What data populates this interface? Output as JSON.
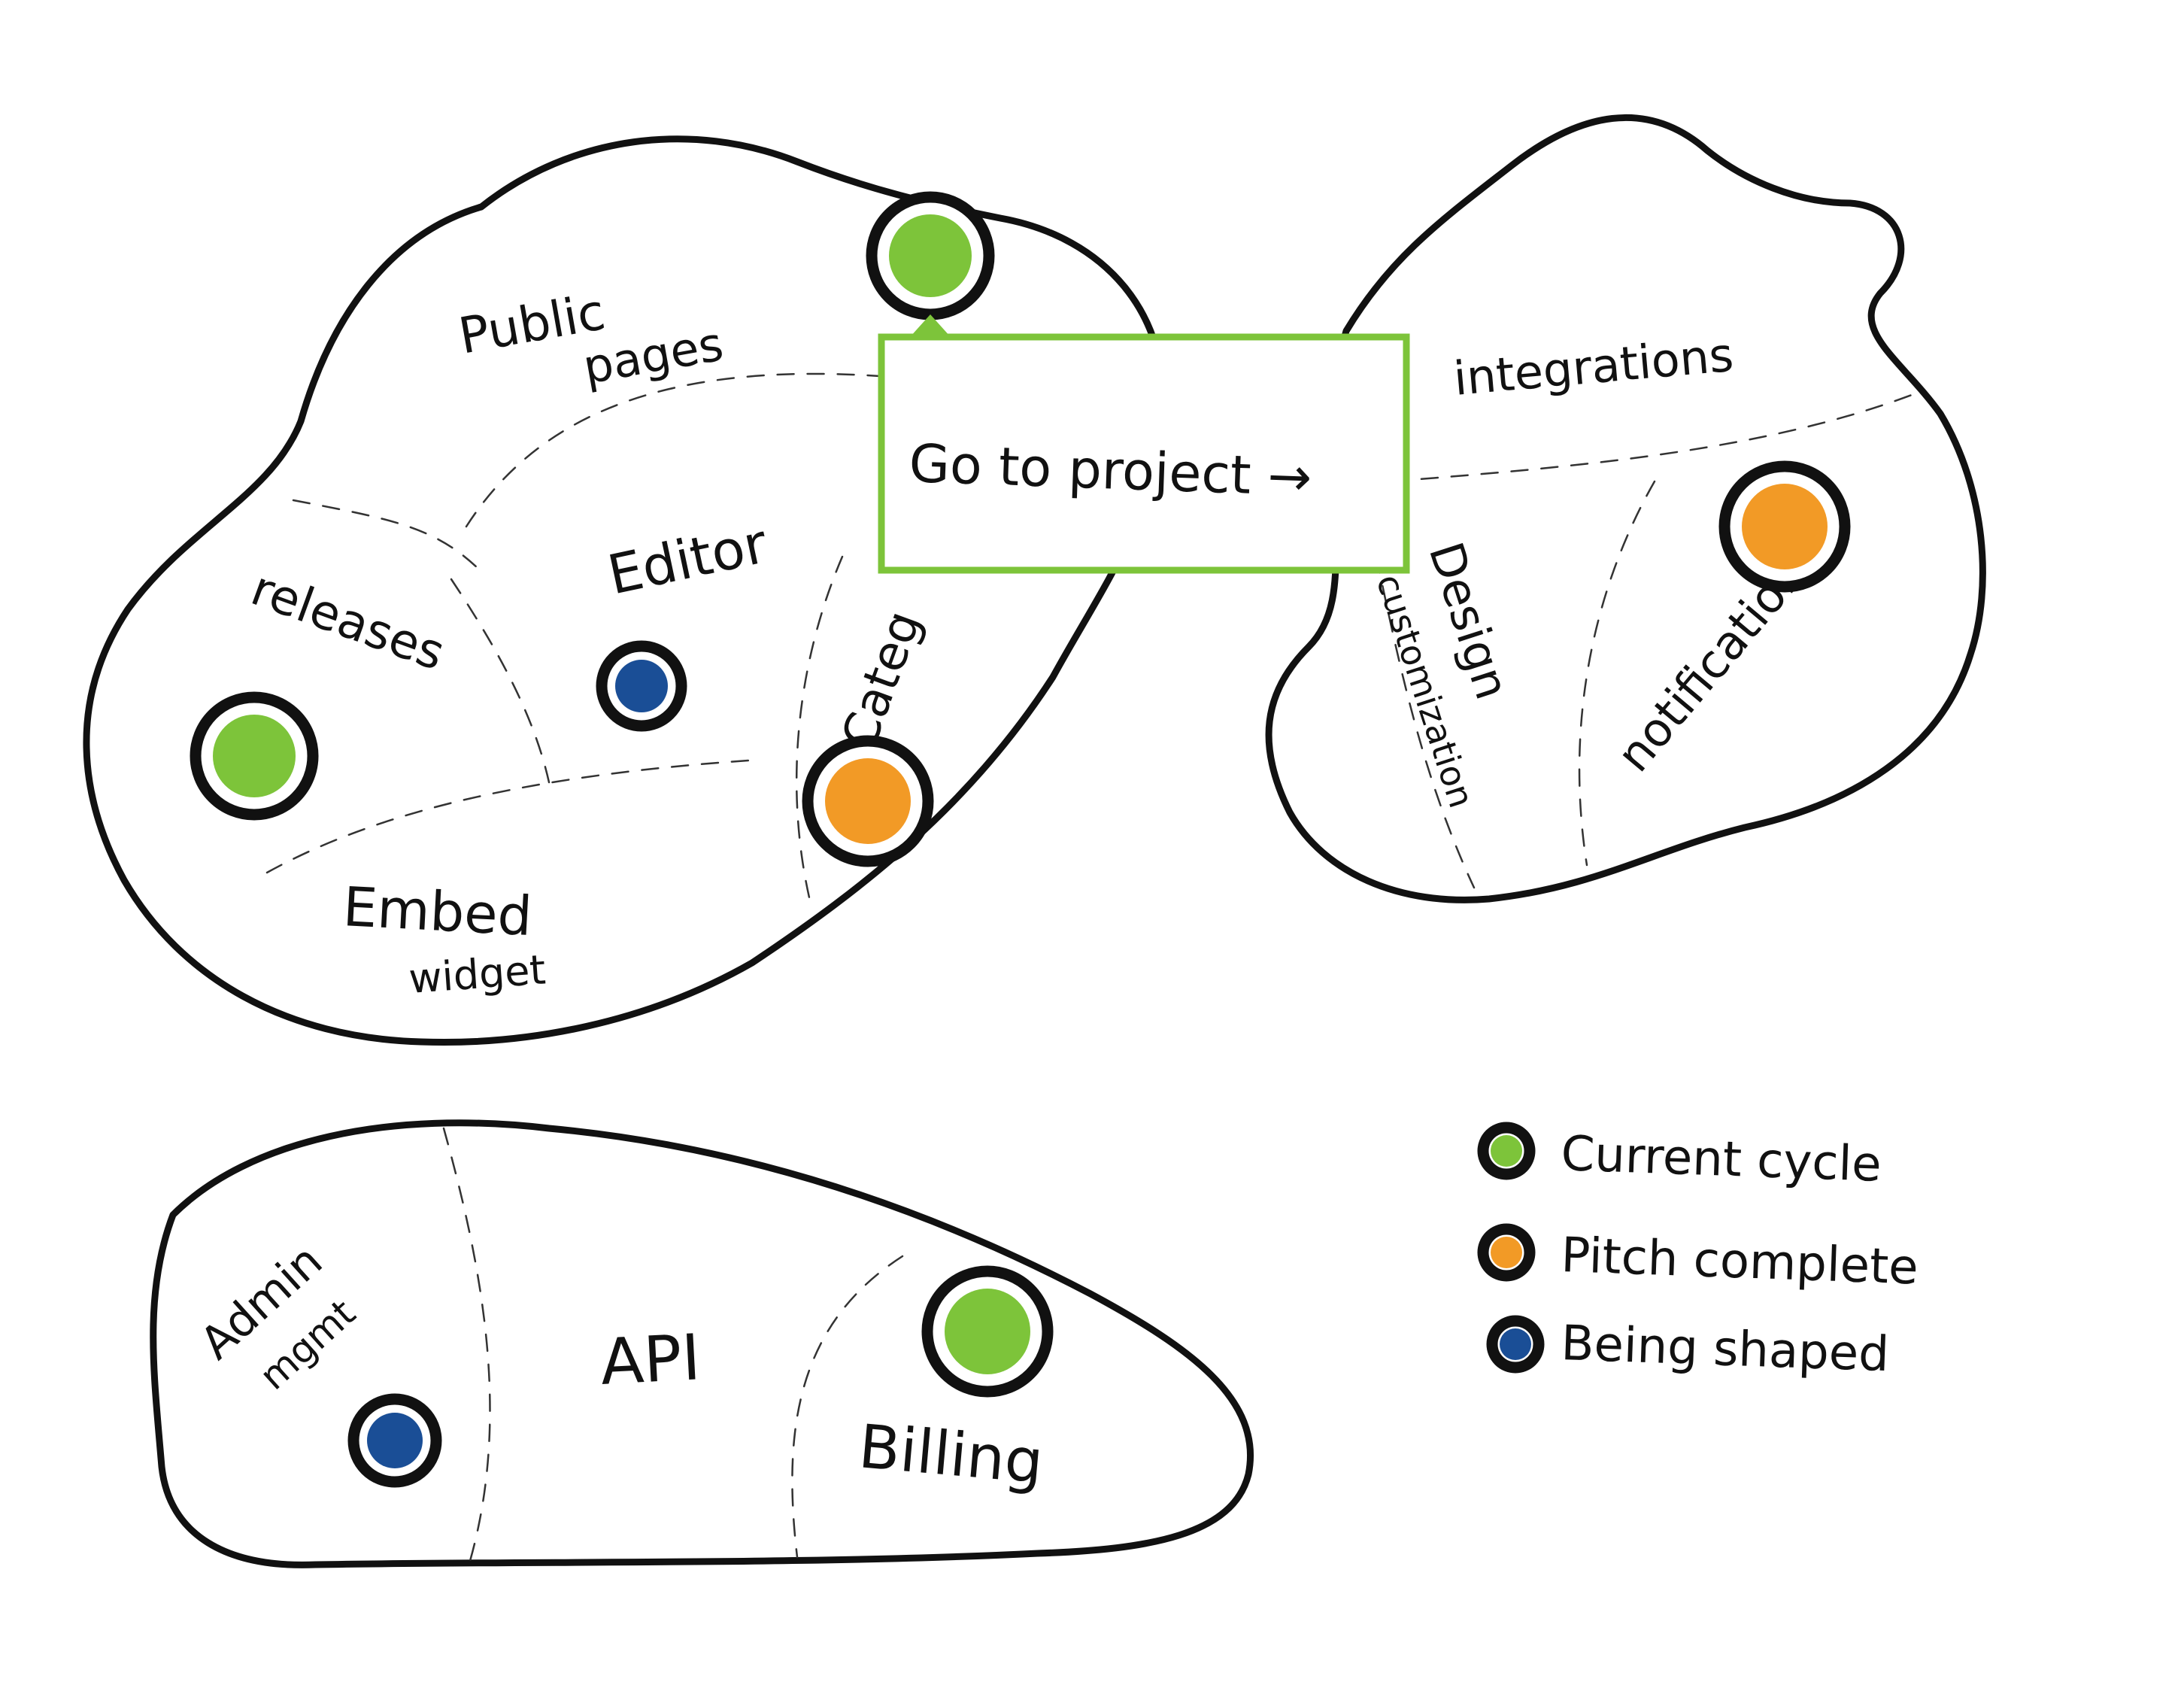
{
  "colors": {
    "current_cycle": "#7DC43A",
    "pitch_complete": "#F29A26",
    "being_shaped": "#1A4E96",
    "callout_border": "#7DC43A",
    "ink": "#111111"
  },
  "callout": {
    "label": "Go to project →"
  },
  "regions": {
    "public_pages_l1": "Public",
    "public_pages_l2": "pages",
    "editor": "Editor",
    "releases": "releases",
    "categories": "Categ",
    "embed_l1": "Embed",
    "embed_l2": "widget",
    "integrations": "integrations",
    "design_l1": "Design",
    "design_l2": "customization",
    "notifications": "notifications",
    "admin_l1": "Admin",
    "admin_l2": "mgmt",
    "api": "API",
    "billing": "Billing"
  },
  "markers": {
    "public_pages": "current_cycle",
    "releases": "current_cycle",
    "editor": "being_shaped",
    "categories": "pitch_complete",
    "notifications": "pitch_complete",
    "admin_mgmt": "being_shaped",
    "billing": "current_cycle"
  },
  "legend": [
    {
      "label": "Current cycle",
      "status": "current_cycle"
    },
    {
      "label": "Pitch complete",
      "status": "pitch_complete"
    },
    {
      "label": "Being shaped",
      "status": "being_shaped"
    }
  ]
}
